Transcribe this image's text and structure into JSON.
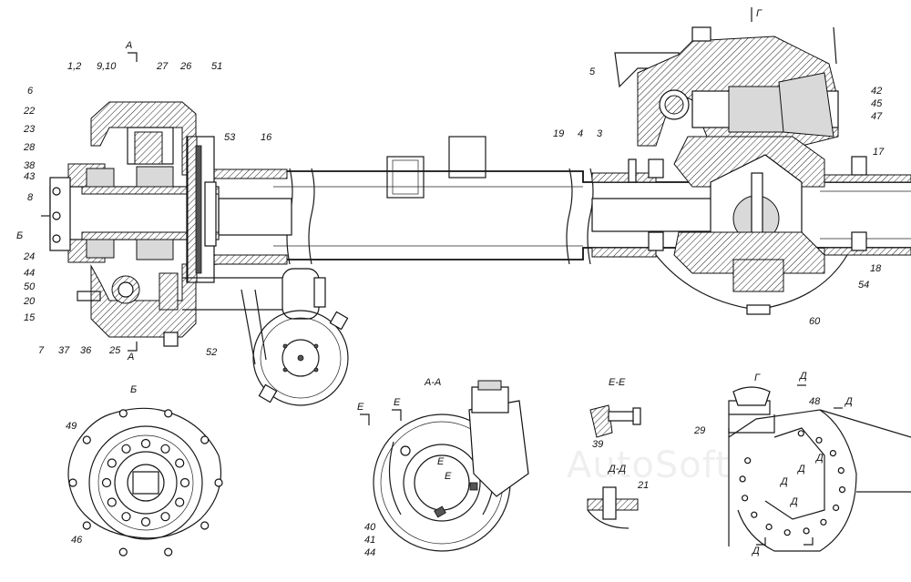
{
  "labels": {
    "n1_2": "1,2",
    "n9_10": "9,10",
    "n27": "27",
    "n26": "26",
    "n51": "51",
    "n6": "6",
    "n22": "22",
    "n23": "23",
    "n28": "28",
    "n38": "38",
    "n43": "43",
    "n8": "8",
    "n24": "24",
    "n44a": "44",
    "n50": "50",
    "n20": "20",
    "n15": "15",
    "n7": "7",
    "n37": "37",
    "n36": "36",
    "n25": "25",
    "n52": "52",
    "n53": "53",
    "n16": "16",
    "n19": "19",
    "n4": "4",
    "n3": "3",
    "n5": "5",
    "n42": "42",
    "n45": "45",
    "n47": "47",
    "n17": "17",
    "n18": "18",
    "n54": "54",
    "n60": "60",
    "n49": "49",
    "n46": "46",
    "n40": "40",
    "n41": "41",
    "n44b": "44",
    "n39": "39",
    "n21": "21",
    "n29": "29",
    "n48": "48"
  },
  "sections": {
    "A_top": "А",
    "A_bottom": "А",
    "B_mark": "Б",
    "G_top": "Г",
    "B_title": "Б",
    "AA_title": "А-А",
    "EE_title": "Е-Е",
    "DD_title": "Д-Д",
    "G_title": "Г",
    "E1": "Е",
    "E2": "Е",
    "E3": "Е",
    "E4": "Е",
    "D1": "Д",
    "D2": "Д",
    "D3": "Д",
    "D4": "Д",
    "D5": "Д",
    "D6": "Д",
    "D7": "Д"
  },
  "watermark": "AutoSoft"
}
